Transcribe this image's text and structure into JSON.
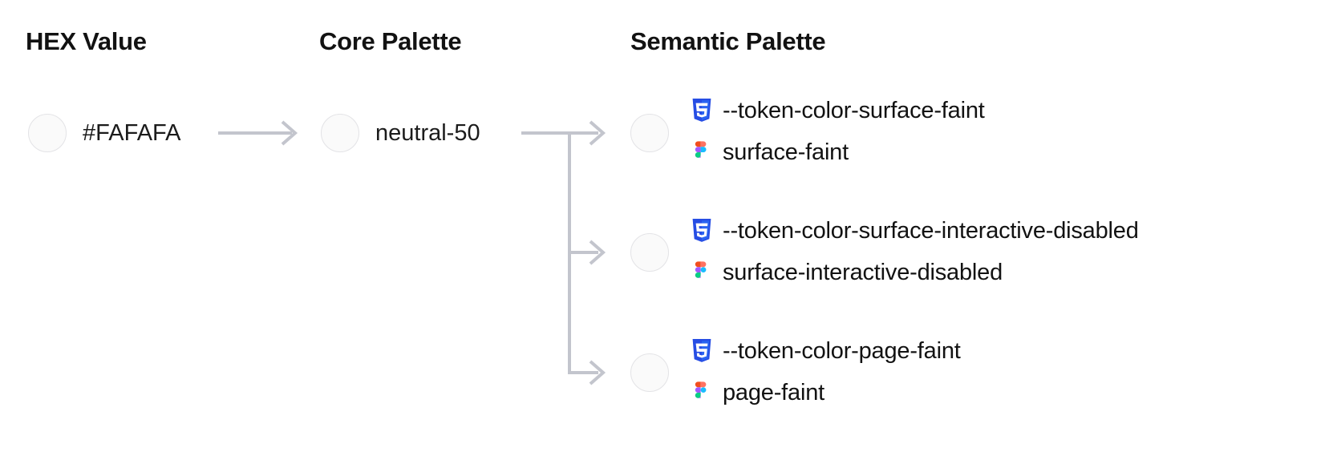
{
  "headings": {
    "hex": "HEX Value",
    "core": "Core Palette",
    "semantic": "Semantic Palette"
  },
  "colors": {
    "swatch_fill": "#FAFAFA",
    "swatch_border": "#E3E3E6",
    "arrow": "#C3C5CD",
    "text": "#121212",
    "css_badge_outer": "#264DE4",
    "css_badge_inner": "#2965F1",
    "css_badge_glyph": "#FFFFFF",
    "figma_orange": "#F24E1E",
    "figma_red": "#FF7262",
    "figma_purple": "#A259FF",
    "figma_blue": "#1ABCFE",
    "figma_green": "#0ACF83"
  },
  "hex_value": {
    "swatch_color": "#FAFAFA",
    "label": "#FAFAFA"
  },
  "core_palette": {
    "swatch_color": "#FAFAFA",
    "label": "neutral-50"
  },
  "semantic_palette": {
    "items": [
      {
        "swatch_color": "#FAFAFA",
        "css_icon": "css3-icon",
        "css_token": "--token-color-surface-faint",
        "figma_icon": "figma-icon",
        "figma_token": "surface-faint"
      },
      {
        "swatch_color": "#FAFAFA",
        "css_icon": "css3-icon",
        "css_token": "--token-color-surface-interactive-disabled",
        "figma_icon": "figma-icon",
        "figma_token": "surface-interactive-disabled"
      },
      {
        "swatch_color": "#FAFAFA",
        "css_icon": "css3-icon",
        "css_token": "--token-color-page-faint",
        "figma_icon": "figma-icon",
        "figma_token": "page-faint"
      }
    ]
  },
  "connectors": {
    "hex_to_core": "arrow-right",
    "core_to_semantic": "branching-arrow-right"
  }
}
